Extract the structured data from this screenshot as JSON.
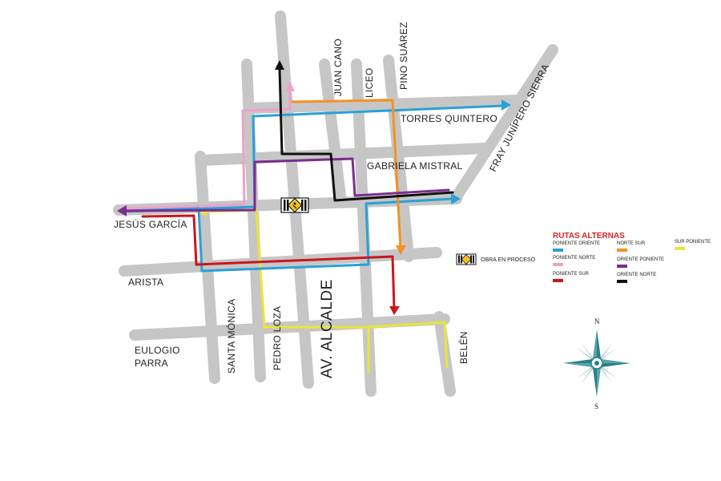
{
  "streets": {
    "juan_cano": "JUAN CANO",
    "liceo": "LICEO",
    "pino_suarez": "PINO SUÁREZ",
    "fray_junipero": "FRAY JUNÍPERO SIERRA",
    "torres_quintero": "TORRES QUINTERO",
    "gabriela_mistral": "GABRIELA MISTRAL",
    "jesus_garcia": "JESÚS GARCÍA",
    "arista": "ARISTA",
    "eulogio_1": "EULOGIO",
    "eulogio_2": "PARRA",
    "santa_monica": "SANTA MÓNICA",
    "pedro_loza": "PEDRO LOZA",
    "av_alcalde": "AV. ALCALDE",
    "belen": "BELÉN"
  },
  "legend": {
    "title": "RUTAS ALTERNAS",
    "routes": [
      {
        "label": "PONIENTE ORIENTE",
        "color": "#2aa0d8"
      },
      {
        "label": "PONIENTE NORTE",
        "color": "#f0a0c8"
      },
      {
        "label": "PONIENTE SUR",
        "color": "#c8161e"
      },
      {
        "label": "NORTE SUR",
        "color": "#f39222"
      },
      {
        "label": "ORIENTE PONIENTE",
        "color": "#7b2d8e"
      },
      {
        "label": "ORIENTE NORTE",
        "color": "#111111"
      },
      {
        "label": "SUR PONIENTE",
        "color": "#e8e63a"
      }
    ],
    "obra_label": "OBRA EN PROCESO"
  },
  "compass": {
    "north": "N",
    "south": "S"
  },
  "colors": {
    "street": "#c6c6c6",
    "compass": "#2f7f86",
    "obra_bg": "#f2c21b"
  }
}
